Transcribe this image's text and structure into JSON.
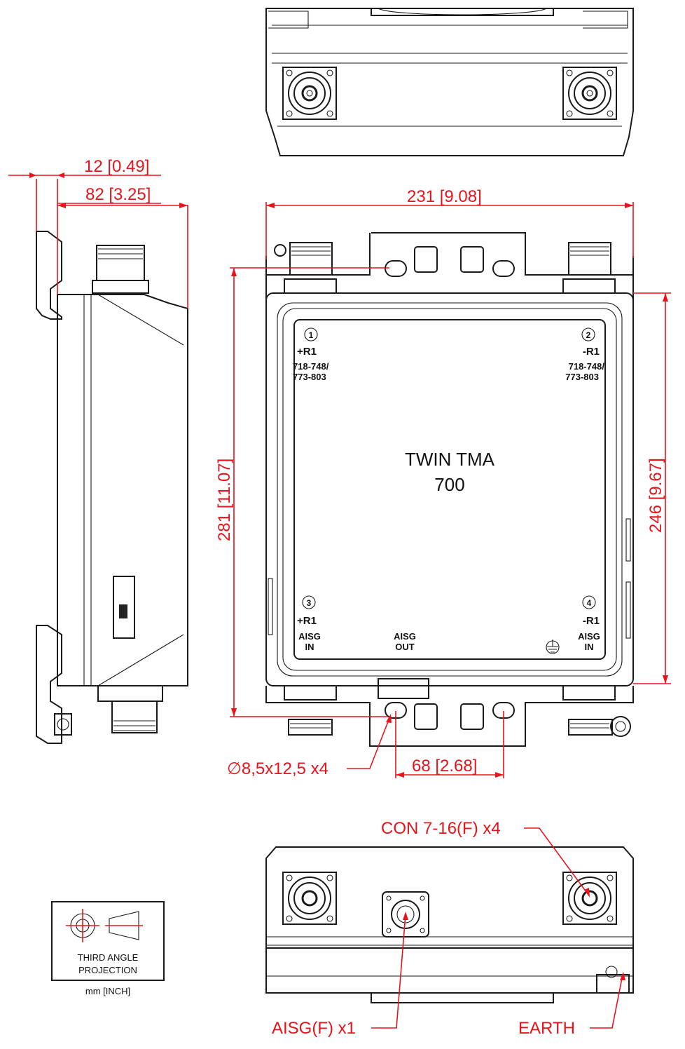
{
  "device": {
    "title_line1": "TWIN TMA",
    "title_line2": "700"
  },
  "ports": [
    {
      "number": "1",
      "name": "+R1",
      "sub1": "718-748/",
      "sub2": "773-803"
    },
    {
      "number": "2",
      "name": "-R1",
      "sub1": "718-748/",
      "sub2": "773-803"
    },
    {
      "number": "3",
      "name": "+R1",
      "sub1": "AISG",
      "sub2": "IN"
    },
    {
      "number": "4",
      "name": "-R1",
      "sub1": "AISG",
      "sub2": "IN"
    }
  ],
  "aisg_out": {
    "line1": "AISG",
    "line2": "OUT"
  },
  "dimensions": {
    "bracket_offset": "12 [0.49]",
    "side_depth": "82 [3.25]",
    "overall_width": "231 [9.08]",
    "overall_height": "281 [11.07]",
    "body_height": "246 [9.67]",
    "hole_spacing": "68 [2.68]",
    "holes": "∅8,5x12,5 x4"
  },
  "callouts": {
    "connectors": "CON 7-16(F) x4",
    "aisg": "AISG(F) x1",
    "earth": "EARTH"
  },
  "projection": {
    "line1": "THIRD ANGLE",
    "line2": "PROJECTION",
    "units": "mm [INCH]"
  }
}
